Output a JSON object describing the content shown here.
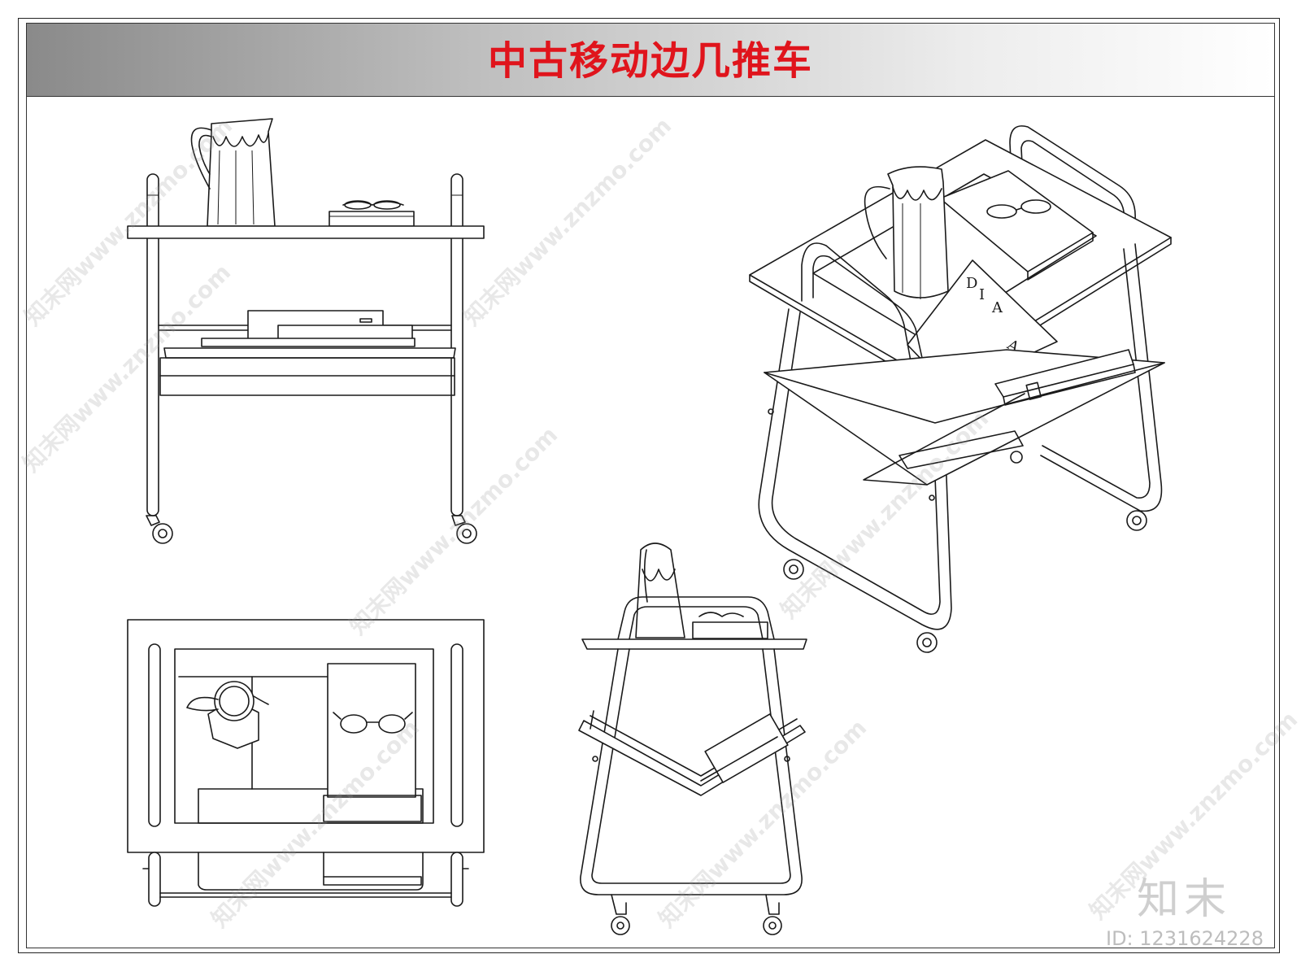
{
  "title": "中古移动边几推车",
  "watermark": {
    "text": "知末网www.znzmo.com"
  },
  "brand": {
    "logo_text": "知末",
    "id_text": "ID: 1231624228"
  },
  "book_letters": [
    "D",
    "I",
    "A",
    "A"
  ],
  "colors": {
    "title": "#e0141c",
    "line": "#1a1a1a",
    "title_bar_start": "#8a8a8a",
    "title_bar_end": "#ffffff"
  },
  "views": [
    "front-elevation",
    "top-plan",
    "side-elevation",
    "isometric"
  ]
}
